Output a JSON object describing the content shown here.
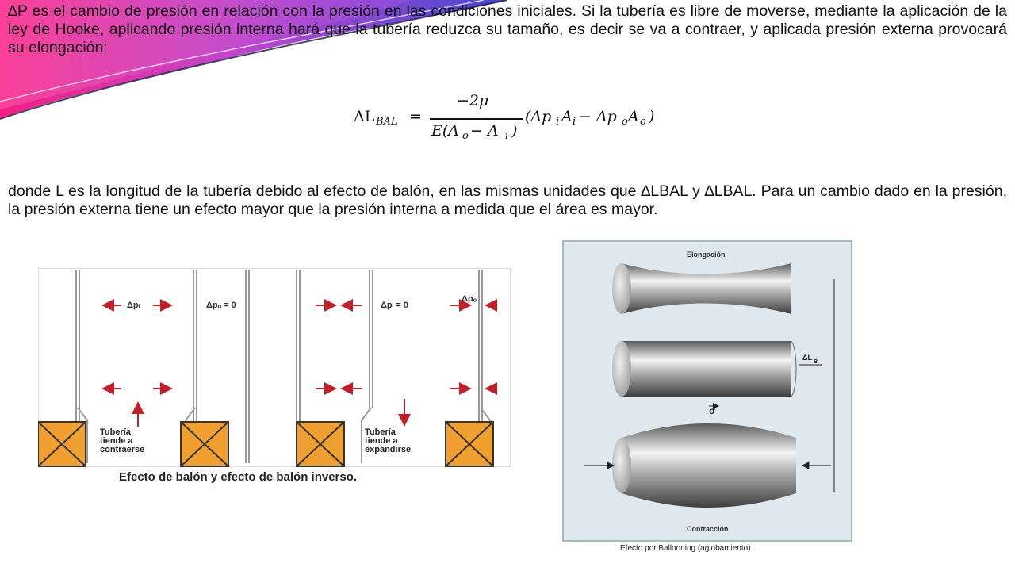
{
  "paragraph1": "∆P es el cambio de presión en relación con la presión en las condiciones iniciales. Si la tubería es libre de moverse, mediante la aplicación de la ley de Hooke, aplicando presión interna hará que la tubería reduzca su tamaño, es decir se va a contraer, y aplicada presión externa provocará su elongación:",
  "formula": {
    "lhs": "ΔL",
    "lhs_sub": "BAL",
    "equals": "=",
    "numerator": "−2μ",
    "denominator": "E(A",
    "den_sub_o": "o",
    "den_minus": " − A",
    "den_sub_i": "i",
    "den_close": ")",
    "rhs": "(Δp",
    "rhs_sub_i": "i",
    "rhs_A": "A",
    "rhs_sub_i2": "i",
    "rhs_minus": " − Δp",
    "rhs_sub_o": "o",
    "rhs_A2": "A",
    "rhs_sub_o2": "o",
    "rhs_close": ")"
  },
  "paragraph2": "donde L es la longitud de la tubería debido al efecto de balón, en las mismas unidades que ∆LBAL y ∆LBAL. Para un cambio dado en la presión, la presión externa tiene un efecto mayor que la presión interna a medida que el área es mayor.",
  "figure_left": {
    "dp_i": "Δpᵢ",
    "dp_o_zero": "Δpₒ = 0",
    "dp_i_zero": "Δpᵢ = 0",
    "dp_o": "Δpₒ",
    "left_note": [
      "Tubería",
      "tiende a",
      "contraerse"
    ],
    "right_note": [
      "Tubería",
      "tiende a",
      "expandirse"
    ],
    "caption": "Efecto de balón y efecto de balón inverso."
  },
  "figure_right": {
    "top_label": "Elongación",
    "bottom_label": "Contracción",
    "delta_label": "ΔL",
    "delta_sub": "B",
    "sigma_label": "σ",
    "caption": "Efecto por Ballooning (aglobamiento)."
  },
  "colors": {
    "magenta": "#f2147c",
    "violet": "#8a2be2",
    "blue": "#2a3fc9",
    "crate": "#f0a030"
  }
}
